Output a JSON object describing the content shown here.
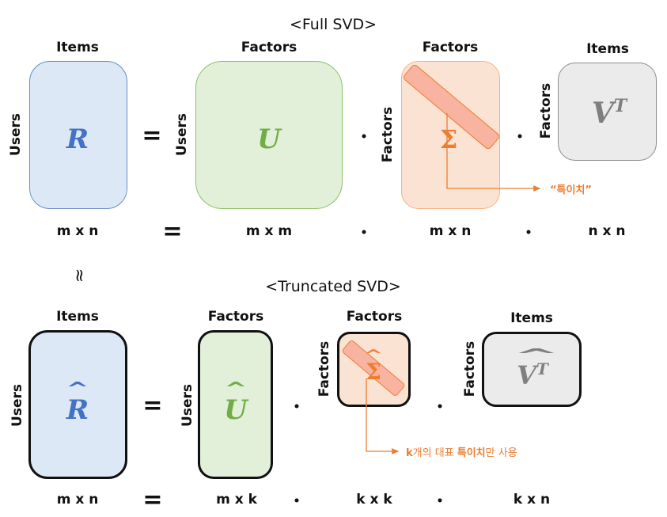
{
  "full_svd": {
    "title": "<Full SVD>",
    "matrices": {
      "R": {
        "symbol": "R",
        "top_label": "Items",
        "side_label": "Users",
        "dims": "m x n"
      },
      "U": {
        "symbol": "U",
        "top_label": "Factors",
        "side_label": "Users",
        "dims": "m x m"
      },
      "Sigma": {
        "symbol": "Σ",
        "top_label": "Factors",
        "side_label": "Factors",
        "dims": "m x n"
      },
      "VT": {
        "symbol": "V",
        "superscript": "T",
        "top_label": "Items",
        "side_label": "Factors",
        "dims": "n x n"
      }
    },
    "operators": {
      "equals": "=",
      "dot": "·"
    },
    "annotation": "“특이치”"
  },
  "approx_symbol": "≈",
  "truncated_svd": {
    "title": "<Truncated SVD>",
    "matrices": {
      "R": {
        "symbol": "R",
        "hat": "^",
        "top_label": "Items",
        "side_label": "Users",
        "dims": "m x n"
      },
      "U": {
        "symbol": "U",
        "hat": "^",
        "top_label": "Factors",
        "side_label": "Users",
        "dims": "m x k"
      },
      "Sigma": {
        "symbol": "Σ",
        "hat": "^",
        "top_label": "Factors",
        "side_label": "Factors",
        "dims": "k x k"
      },
      "VT": {
        "symbol": "V",
        "superscript": "T",
        "hat": "^",
        "top_label": "Items",
        "side_label": "Factors",
        "dims": "k x n"
      }
    },
    "operators": {
      "equals": "=",
      "dot": "·"
    },
    "annotation": {
      "k": "k",
      "part1": "개의 대표 ",
      "highlight": "특이치",
      "part2": "만 사용"
    }
  },
  "colors": {
    "R_fill": "#dce8f5",
    "R_border": "#6a8cc0",
    "R_text": "#4472c4",
    "U_fill": "#e2efd9",
    "U_border": "#8cc068",
    "U_text": "#70ad47",
    "Sigma_fill": "#fbe3d4",
    "Sigma_border": "#f4b183",
    "Sigma_diag": "#f8b4a0",
    "Sigma_text": "#ed7d31",
    "VT_fill": "#ebebeb",
    "VT_border": "#8c8c8c",
    "VT_text": "#7f7f7f",
    "accent": "#ed7d31"
  }
}
